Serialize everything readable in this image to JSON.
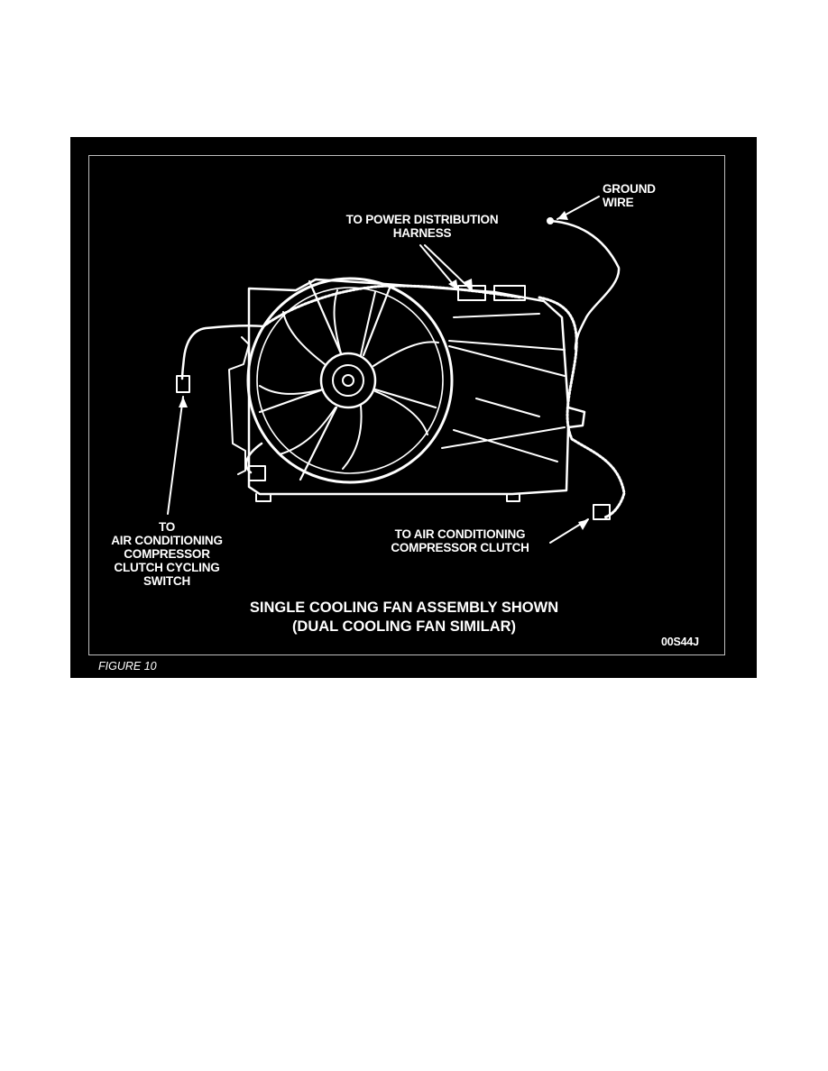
{
  "figure": {
    "labels": {
      "ground_wire": [
        "GROUND",
        "WIRE"
      ],
      "power_harness": [
        "TO POWER DISTRIBUTION",
        "HARNESS"
      ],
      "cycling_switch": [
        "TO",
        "AIR CONDITIONING",
        "COMPRESSOR",
        "CLUTCH CYCLING",
        "SWITCH"
      ],
      "compressor_clutch": [
        "TO AIR CONDITIONING",
        "COMPRESSOR CLUTCH"
      ]
    },
    "caption": [
      "SINGLE COOLING FAN ASSEMBLY SHOWN",
      "(DUAL COOLING FAN SIMILAR)"
    ],
    "code": "00S44J",
    "figure_label": "FIGURE 10"
  }
}
